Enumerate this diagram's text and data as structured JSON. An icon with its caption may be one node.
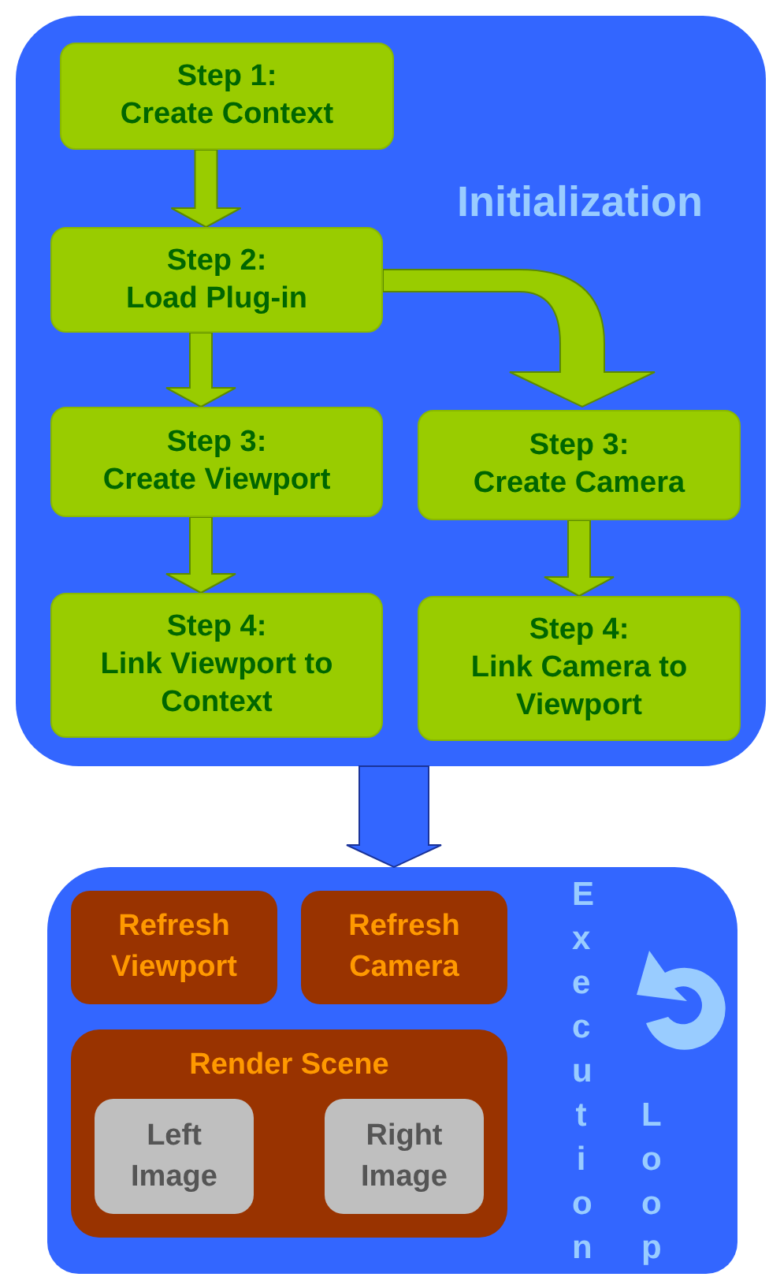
{
  "diagram": {
    "nodes": [
      {
        "text": [
          "Initialization"
        ]
      },
      {
        "text": [
          "Step 1:",
          "Create Context"
        ],
        "in": 0
      },
      {
        "text": [
          "Step 2:",
          "Load Plug-in"
        ],
        "in": 0
      },
      {
        "text": [
          "Step 3:",
          "Create Viewport"
        ],
        "in": 0
      },
      {
        "text": [
          "Step 3:",
          "Create Camera"
        ],
        "in": 0
      },
      {
        "text": [
          "Step 4:",
          "Link Viewport to Context"
        ],
        "in": 0
      },
      {
        "text": [
          "Step 4:",
          "Link Camera to Viewport"
        ],
        "in": 0
      },
      {
        "text": [
          "Execution",
          "Loop"
        ]
      },
      {
        "text": [
          "Refresh Viewport"
        ],
        "in": 7
      },
      {
        "text": [
          "Refresh Camera"
        ],
        "in": 7
      },
      {
        "text": [
          "Render Scene"
        ],
        "in": 7
      },
      {
        "text": [
          "Left Image"
        ],
        "in": 10
      },
      {
        "text": [
          "Right Image"
        ],
        "in": 10
      }
    ],
    "edges": [
      {
        "from": 1,
        "to": 2,
        "arrow": "to"
      },
      {
        "from": 2,
        "to": 3,
        "arrow": "to"
      },
      {
        "from": 2,
        "to": 4,
        "arrow": "to"
      },
      {
        "from": 3,
        "to": 5,
        "arrow": "to"
      },
      {
        "from": 4,
        "to": 6,
        "arrow": "to"
      },
      {
        "from": 0,
        "to": 7,
        "arrow": "to",
        "color": "#3366ff"
      }
    ]
  }
}
